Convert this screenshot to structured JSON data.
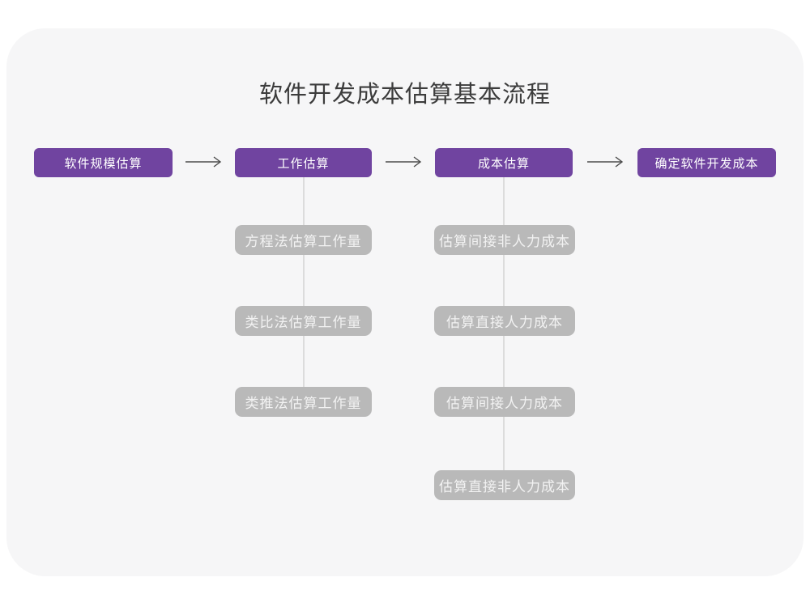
{
  "title": "软件开发成本估算基本流程",
  "colors": {
    "accent": "#7044a0",
    "gray_box": "#b9b9b9",
    "card_bg": "#f6f6f7",
    "line": "#dcdcdc",
    "arrow": "#4d4d4d"
  },
  "flow": {
    "stages": [
      {
        "label": "软件规模估算"
      },
      {
        "label": "工作估算",
        "substeps": [
          "方程法估算工作量",
          "类比法估算工作量",
          "类推法估算工作量"
        ]
      },
      {
        "label": "成本估算",
        "substeps": [
          "估算间接非人力成本",
          "估算直接人力成本",
          "估算间接人力成本",
          "估算直接非人力成本"
        ]
      },
      {
        "label": "确定软件开发成本"
      }
    ]
  }
}
